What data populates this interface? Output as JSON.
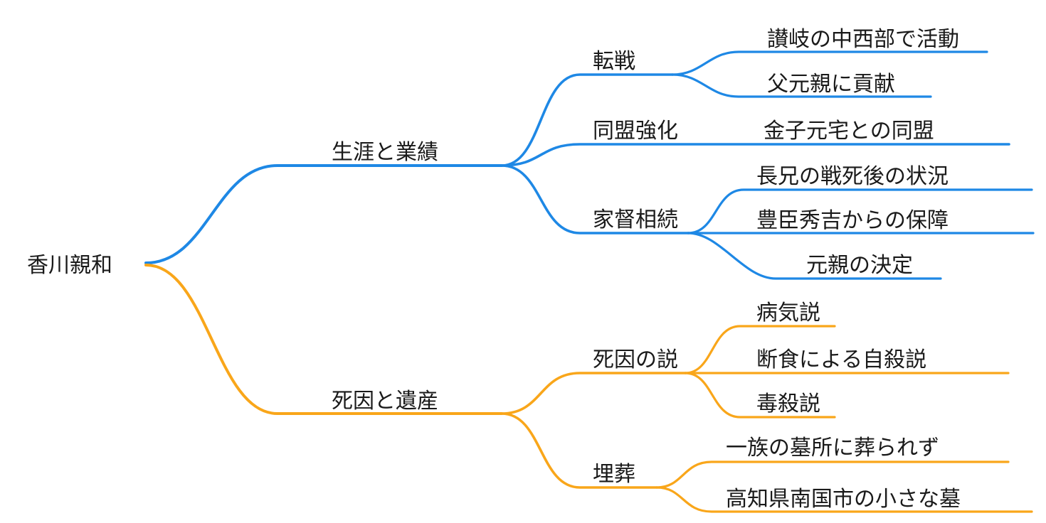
{
  "colors": {
    "life_branch": "#1e88e5",
    "death_branch": "#f9a61a",
    "text": "#1a1a1a",
    "background": "#ffffff"
  },
  "mindmap": {
    "root": {
      "label": "香川親和"
    },
    "branches": [
      {
        "label": "生涯と業績",
        "color": "#1e88e5",
        "children": [
          {
            "label": "転戦",
            "children": [
              {
                "label": "讃岐の中西部で活動"
              },
              {
                "label": "父元親に貢献"
              }
            ]
          },
          {
            "label": "同盟強化",
            "children": [
              {
                "label": "金子元宅との同盟"
              }
            ]
          },
          {
            "label": "家督相続",
            "children": [
              {
                "label": "長兄の戦死後の状況"
              },
              {
                "label": "豊臣秀吉からの保障"
              },
              {
                "label": "元親の決定"
              }
            ]
          }
        ]
      },
      {
        "label": "死因と遺産",
        "color": "#f9a61a",
        "children": [
          {
            "label": "死因の説",
            "children": [
              {
                "label": "病気説"
              },
              {
                "label": "断食による自殺説"
              },
              {
                "label": "毒殺説"
              }
            ]
          },
          {
            "label": "埋葬",
            "children": [
              {
                "label": "一族の墓所に葬られず"
              },
              {
                "label": "高知県南国市の小さな墓"
              }
            ]
          }
        ]
      }
    ]
  }
}
